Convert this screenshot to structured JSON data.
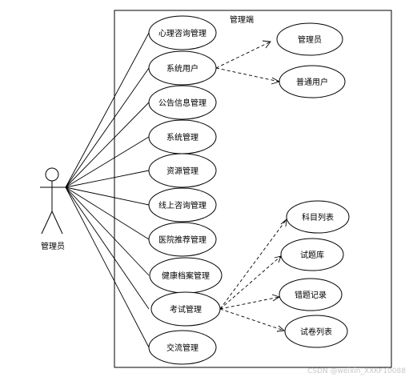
{
  "system": {
    "title": "管理端"
  },
  "actor": {
    "name": "管理员"
  },
  "use_cases": [
    {
      "id": "uc-counseling",
      "label": "心理咨询管理"
    },
    {
      "id": "uc-system-user",
      "label": "系统用户"
    },
    {
      "id": "uc-announcement",
      "label": "公告信息管理"
    },
    {
      "id": "uc-system-mgmt",
      "label": "系统管理"
    },
    {
      "id": "uc-resource",
      "label": "资源管理"
    },
    {
      "id": "uc-online-consult",
      "label": "线上咨询管理"
    },
    {
      "id": "uc-hospital",
      "label": "医院推荐管理"
    },
    {
      "id": "uc-health-record",
      "label": "健康档案管理"
    },
    {
      "id": "uc-exam",
      "label": "考试管理"
    },
    {
      "id": "uc-exchange",
      "label": "交流管理"
    }
  ],
  "sub_cases": [
    {
      "id": "sub-admin",
      "parent": "uc-system-user",
      "label": "管理员"
    },
    {
      "id": "sub-normal-user",
      "parent": "uc-system-user",
      "label": "普通用户"
    },
    {
      "id": "sub-subject-list",
      "parent": "uc-exam",
      "label": "科目列表"
    },
    {
      "id": "sub-question-bank",
      "parent": "uc-exam",
      "label": "试题库"
    },
    {
      "id": "sub-wrong-record",
      "parent": "uc-exam",
      "label": "错题记录"
    },
    {
      "id": "sub-paper-list",
      "parent": "uc-exam",
      "label": "试卷列表"
    }
  ],
  "watermark": "CSDN @weixin_XXKF10088",
  "colors": {
    "stroke": "#000000",
    "background": "#ffffff",
    "watermark": "#c8c8c8"
  }
}
